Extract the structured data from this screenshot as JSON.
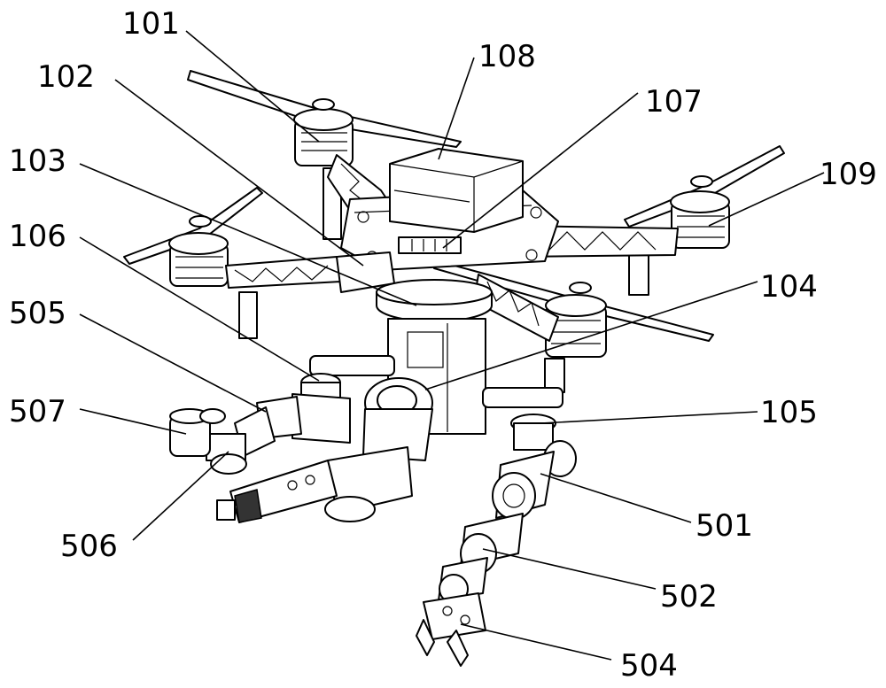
{
  "labels": {
    "l101": "101",
    "l102": "102",
    "l103": "103",
    "l104": "104",
    "l105": "105",
    "l106": "106",
    "l107": "107",
    "l108": "108",
    "l109": "109",
    "l501": "501",
    "l502": "502",
    "l504": "504",
    "l505": "505",
    "l506": "506",
    "l507": "507"
  }
}
